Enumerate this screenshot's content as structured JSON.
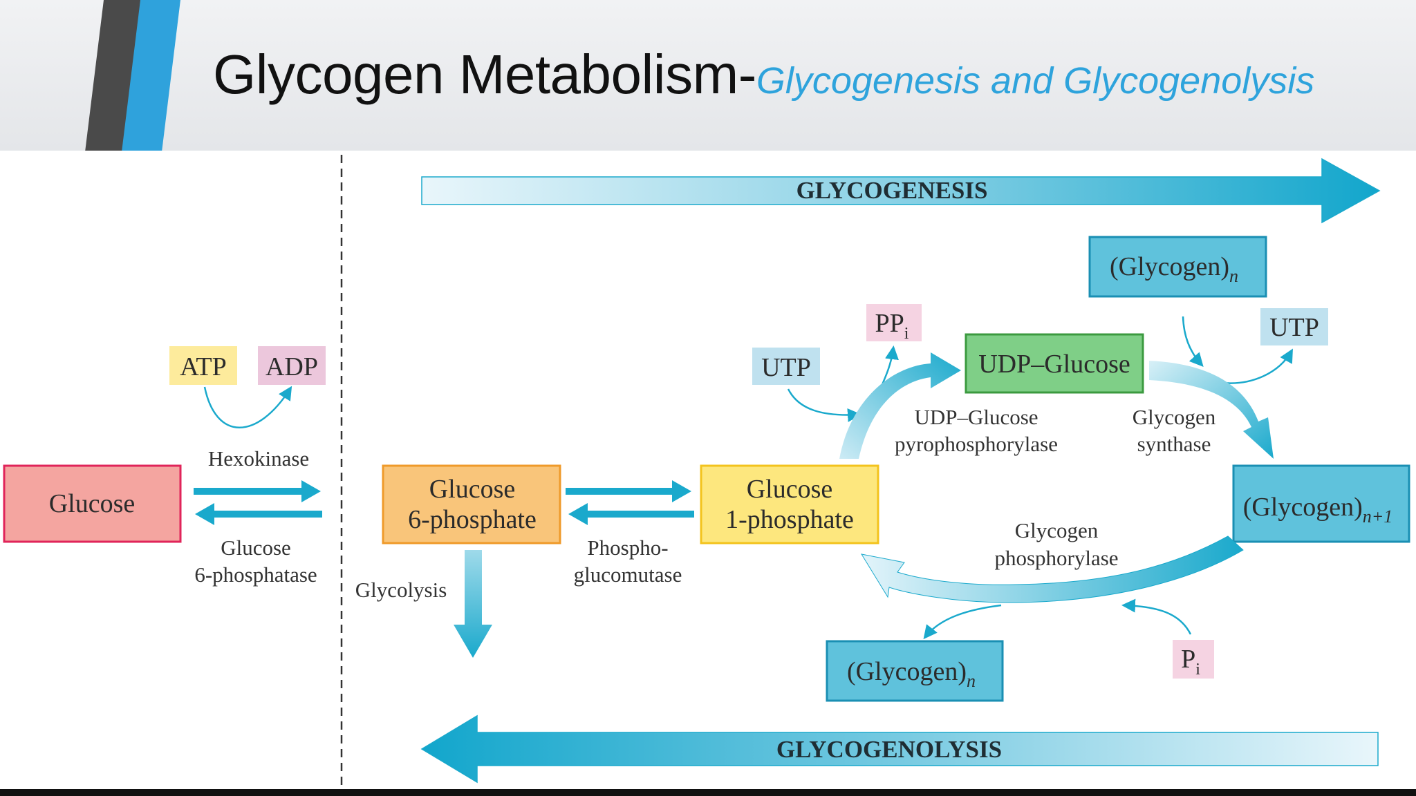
{
  "slide": {
    "title_main": "Glycogen Metabolism-",
    "title_sub": "Glycogenesis and Glycogenolysis"
  },
  "pathway": {
    "top_banner": "GLYCOGENESIS",
    "bottom_banner": "GLYCOGENOLYSIS",
    "nodes": {
      "glucose": "Glucose",
      "g6p": [
        "Glucose",
        "6-phosphate"
      ],
      "g1p": [
        "Glucose",
        "1-phosphate"
      ],
      "udp_glucose": "UDP–Glucose",
      "glycogen_n_top": "(Glycogen)",
      "glycogen_n1": "(Glycogen)",
      "glycogen_n_bottom": "(Glycogen)",
      "sub_n": "n",
      "sub_n1": "n+1"
    },
    "cofactors": {
      "atp": "ATP",
      "adp": "ADP",
      "utp_left": "UTP",
      "utp_right": "UTP",
      "ppi": "PP",
      "pi": "P",
      "sub_i": "i"
    },
    "enzymes": {
      "hexokinase": "Hexokinase",
      "g6pase": [
        "Glucose",
        "6-phosphatase"
      ],
      "glycolysis": "Glycolysis",
      "pgm": [
        "Phospho-",
        "glucomutase"
      ],
      "udp_ppase": [
        "UDP–Glucose",
        "pyrophosphorylase"
      ],
      "gsynthase": [
        "Glycogen",
        "synthase"
      ],
      "gphosphorylase": [
        "Glycogen",
        "phosphorylase"
      ]
    },
    "colors": {
      "arrow_blue": "#1aa9cc",
      "glucose_fill": "#f4a5a0",
      "glucose_border": "#e0245a",
      "g6p_fill": "#f9c57a",
      "g6p_border": "#ef9a2a",
      "g1p_fill": "#fde77e",
      "g1p_border": "#f3c31d",
      "udp_fill": "#7fcf87",
      "udp_border": "#3b9a3f",
      "glycogen_fill": "#5fc2dc",
      "glycogen_border": "#1a8fb3",
      "atp_fill": "#fdeb9c",
      "adp_fill": "#ecc7dc",
      "utp_fill": "#bfe1ef",
      "pi_fill": "#f5d3e2"
    }
  }
}
